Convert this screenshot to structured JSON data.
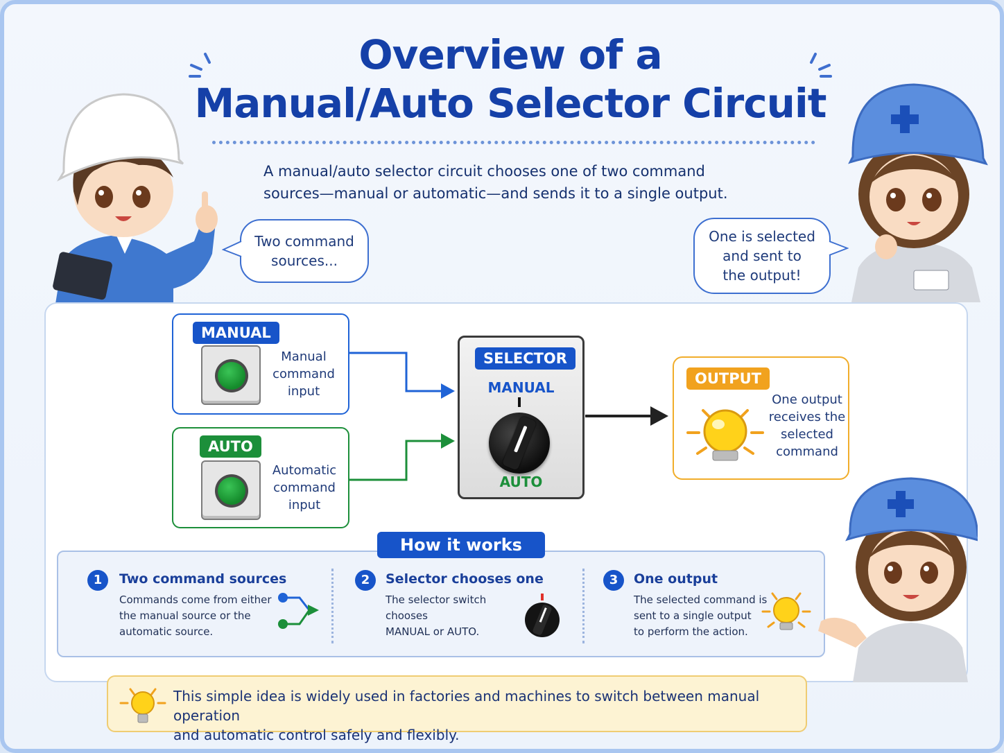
{
  "title": {
    "line1": "Overview of a",
    "line2": "Manual/Auto Selector Circuit"
  },
  "intro": {
    "line1": "A manual/auto selector circuit chooses one of two command",
    "line2": "sources—manual or automatic—and sends it to a single output."
  },
  "bubbles": {
    "left": {
      "line1": "Two command",
      "line2": "sources..."
    },
    "right": {
      "line1": "One is selected",
      "line2": "and sent to",
      "line3": "the output!"
    }
  },
  "diagram": {
    "manual": {
      "tag": "MANUAL",
      "line1": "Manual",
      "line2": "command",
      "line3": "input"
    },
    "auto": {
      "tag": "AUTO",
      "line1": "Automatic",
      "line2": "command",
      "line3": "input"
    },
    "selector": {
      "tag": "SELECTOR",
      "top_label": "MANUAL",
      "bottom_label": "AUTO"
    },
    "output": {
      "tag": "OUTPUT",
      "line1": "One output",
      "line2": "receives the",
      "line3": "selected",
      "line4": "command"
    }
  },
  "how": {
    "heading": "How it works",
    "steps": [
      {
        "num": "1",
        "title": "Two command sources",
        "line1": "Commands come from either",
        "line2": "the manual source or the",
        "line3": "automatic source."
      },
      {
        "num": "2",
        "title": "Selector chooses one",
        "line1": "The selector switch chooses",
        "line2": "MANUAL or AUTO."
      },
      {
        "num": "3",
        "title": "One output",
        "line1": "The selected command is",
        "line2": "sent to a single output",
        "line3": "to perform the action."
      }
    ]
  },
  "note": {
    "line1": "This simple idea is widely used in factories and machines to switch between manual operation",
    "line2": "and automatic control safely and flexibly."
  },
  "colors": {
    "primary_blue": "#1754c9",
    "manual_blue": "#1f63d6",
    "auto_green": "#1c8f3a",
    "output_orange": "#f1a21e",
    "bulb_yellow": "#ffd21a"
  }
}
